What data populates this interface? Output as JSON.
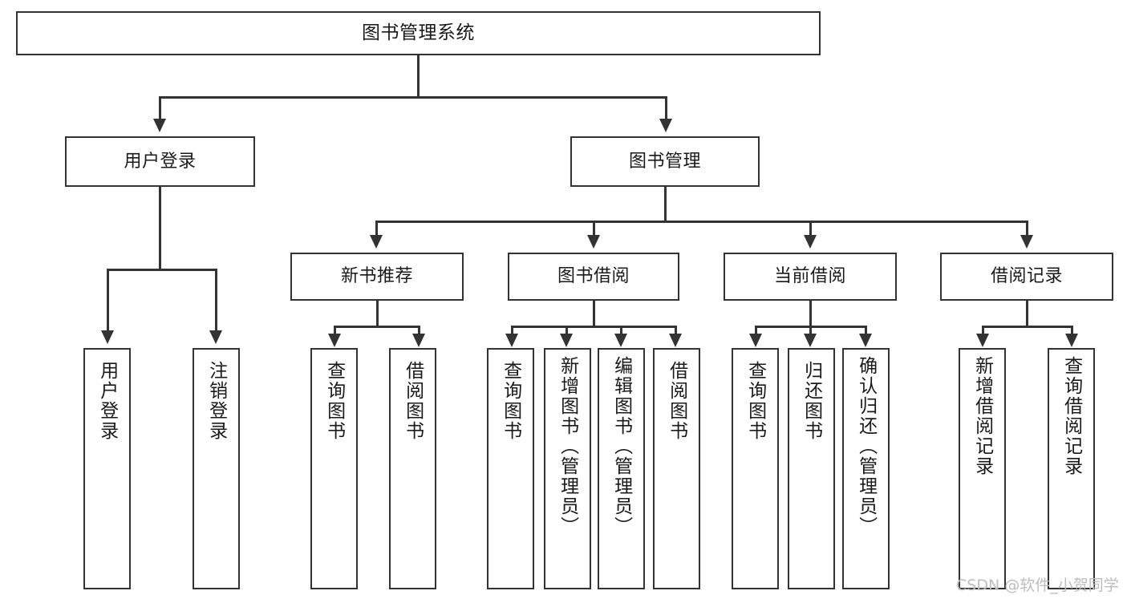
{
  "diagram": {
    "type": "tree-hierarchy-chart",
    "root": {
      "label": "图书管理系统"
    },
    "level2": [
      {
        "label": "用户登录"
      },
      {
        "label": "图书管理"
      }
    ],
    "level3": [
      {
        "label": "新书推荐"
      },
      {
        "label": "图书借阅"
      },
      {
        "label": "当前借阅"
      },
      {
        "label": "借阅记录"
      }
    ],
    "leaves": {
      "user_login": [
        {
          "label": "用户登录"
        },
        {
          "label": "注销登录"
        }
      ],
      "new_book_recommend": [
        {
          "label": "查询图书"
        },
        {
          "label": "借阅图书"
        }
      ],
      "book_borrow": [
        {
          "label": "查询图书"
        },
        {
          "label": "新增图书（管理员）"
        },
        {
          "label": "编辑图书（管理员）"
        },
        {
          "label": "借阅图书"
        }
      ],
      "current_borrow": [
        {
          "label": "查询图书"
        },
        {
          "label": "归还图书"
        },
        {
          "label": "确认归还（管理员）"
        }
      ],
      "borrow_record": [
        {
          "label": "新增借阅记录"
        },
        {
          "label": "查询借阅记录"
        }
      ]
    }
  },
  "watermark": {
    "text": "CSDN @软件_小贺同学"
  },
  "colors": {
    "stroke": "#333333",
    "fill": "#ffffff",
    "text": "#1a1a1a",
    "watermark": "#bdbdbd"
  }
}
